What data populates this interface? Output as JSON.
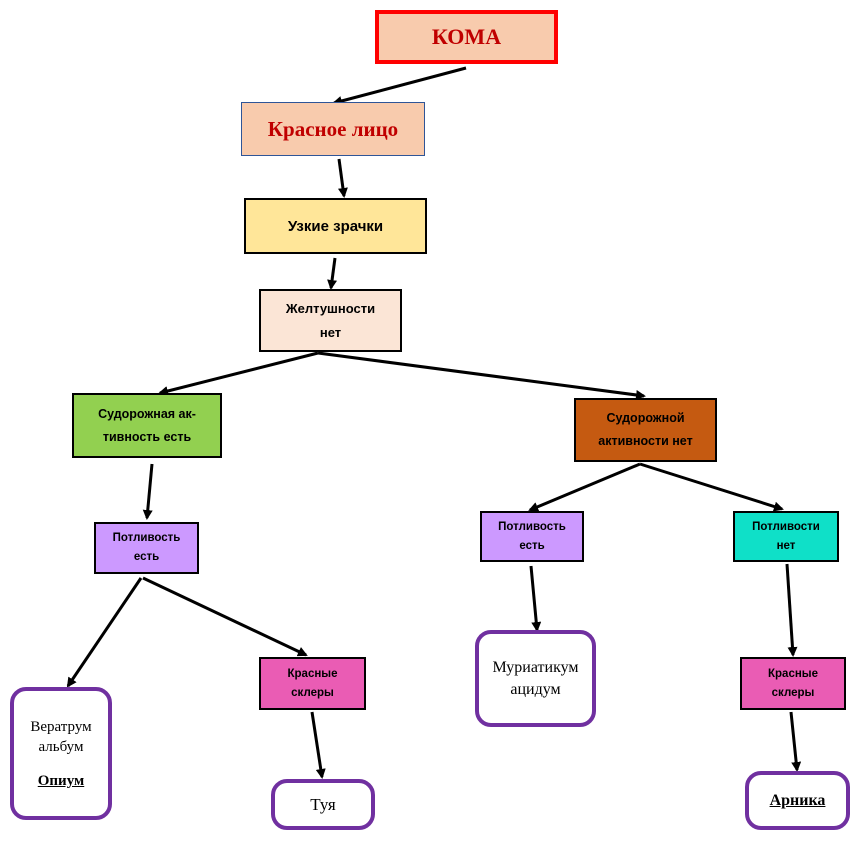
{
  "nodes": {
    "koma": "КОМА",
    "red_face": "Красное лицо",
    "narrow_pupils": "Узкие зрачки",
    "no_jaundice": [
      "Желтушности",
      "нет"
    ],
    "convulsions_yes": [
      "Судорожная ак-",
      "тивность есть"
    ],
    "convulsions_no": [
      "Судорожной",
      "активности нет"
    ],
    "sweat_yes_left": [
      "Потливость",
      "есть"
    ],
    "sweat_yes_right": [
      "Потливость",
      "есть"
    ],
    "sweat_no": [
      "Потливости",
      "нет"
    ],
    "red_sclera_left": [
      "Красные",
      "склеры"
    ],
    "red_sclera_right": [
      "Красные",
      "склеры"
    ]
  },
  "remedies": {
    "veratrum": [
      "Вератрум",
      "альбум"
    ],
    "opium": "Опиум",
    "thuja": "Туя",
    "muriaticum": [
      "Муриатикум",
      "ацидум"
    ],
    "arnica": "Арника"
  },
  "colors": {
    "koma_border": "#ff0000",
    "koma_text": "#c00000",
    "title_fill": "#f8cbad",
    "pupils_fill": "#ffe699",
    "jaundice_fill": "#fbe5d6",
    "convulsions_yes_fill": "#92d050",
    "convulsions_no_fill": "#c55a11",
    "sweat_yes_fill": "#cc99ff",
    "sweat_no_fill": "#0fe0c8",
    "sclera_fill": "#ea5cb4",
    "remedy_border": "#7030a0"
  }
}
